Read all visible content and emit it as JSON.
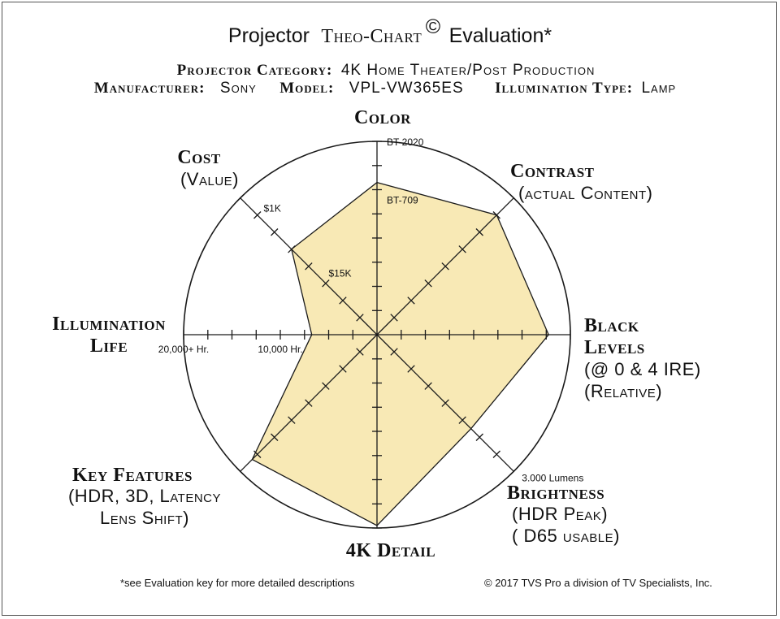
{
  "header": {
    "title_main": "Projector",
    "title_brand": "Theo-Chart",
    "title_mark": "©",
    "title_end": "Evaluation*",
    "category_label": "Projector Category:",
    "category_value": "4K Home Theater/Post Production",
    "manufacturer_label": "Manufacturer:",
    "manufacturer_value": "Sony",
    "model_label": "Model:",
    "model_value": "VPL-VW365ES",
    "illumination_label": "Illumination Type:",
    "illumination_value": "Lamp"
  },
  "footer": {
    "note": "*see Evaluation key for more detailed descriptions",
    "copyright": "© 2017 TVS Pro a division of TV Specialists, Inc."
  },
  "colors": {
    "fill": "#f8e9b5",
    "stroke": "#1a1a1a"
  },
  "chart_data": {
    "type": "radar",
    "scale_max": 8,
    "axes": [
      {
        "key": "color",
        "title": [
          "Color"
        ],
        "subtitle": [],
        "value": 6.3,
        "tick_labels": [
          {
            "at": 8,
            "text": "BT-2020"
          },
          {
            "at": 5.6,
            "text": "BT-709"
          }
        ]
      },
      {
        "key": "contrast",
        "title": [
          "Contrast"
        ],
        "subtitle": [
          "(actual Content)"
        ],
        "value": 7.0,
        "tick_labels": []
      },
      {
        "key": "black_levels",
        "title": [
          "Black",
          "Levels"
        ],
        "subtitle": [
          "(@ 0 & 4 IRE)",
          "(Relative)"
        ],
        "value": 7.1,
        "tick_labels": []
      },
      {
        "key": "brightness",
        "title": [
          "Brightness"
        ],
        "subtitle": [
          "(HDR Peak)",
          "( D65 usable)"
        ],
        "value": 5.5,
        "tick_labels": [
          {
            "at": 8,
            "text": "3.000 Lumens"
          }
        ]
      },
      {
        "key": "detail_4k",
        "title": [
          "4K Detail"
        ],
        "subtitle": [],
        "value": 7.9,
        "tick_labels": []
      },
      {
        "key": "key_features",
        "title": [
          "Key Features"
        ],
        "subtitle": [
          "(HDR, 3D, Latency",
          "Lens Shift)"
        ],
        "value": 7.3,
        "tick_labels": []
      },
      {
        "key": "illumination_life",
        "title": [
          "Illumination",
          "Life"
        ],
        "subtitle": [],
        "value": 2.7,
        "tick_labels": [
          {
            "at": 8,
            "text": "20,000+ Hr."
          },
          {
            "at": 4,
            "text": "10,000 Hr."
          }
        ]
      },
      {
        "key": "cost",
        "title": [
          "Cost"
        ],
        "subtitle": [
          "(Value)"
        ],
        "value": 5.0,
        "tick_labels": [
          {
            "at": 7.2,
            "text": "$1K"
          },
          {
            "at": 3.4,
            "text": "$15K"
          }
        ]
      }
    ]
  }
}
